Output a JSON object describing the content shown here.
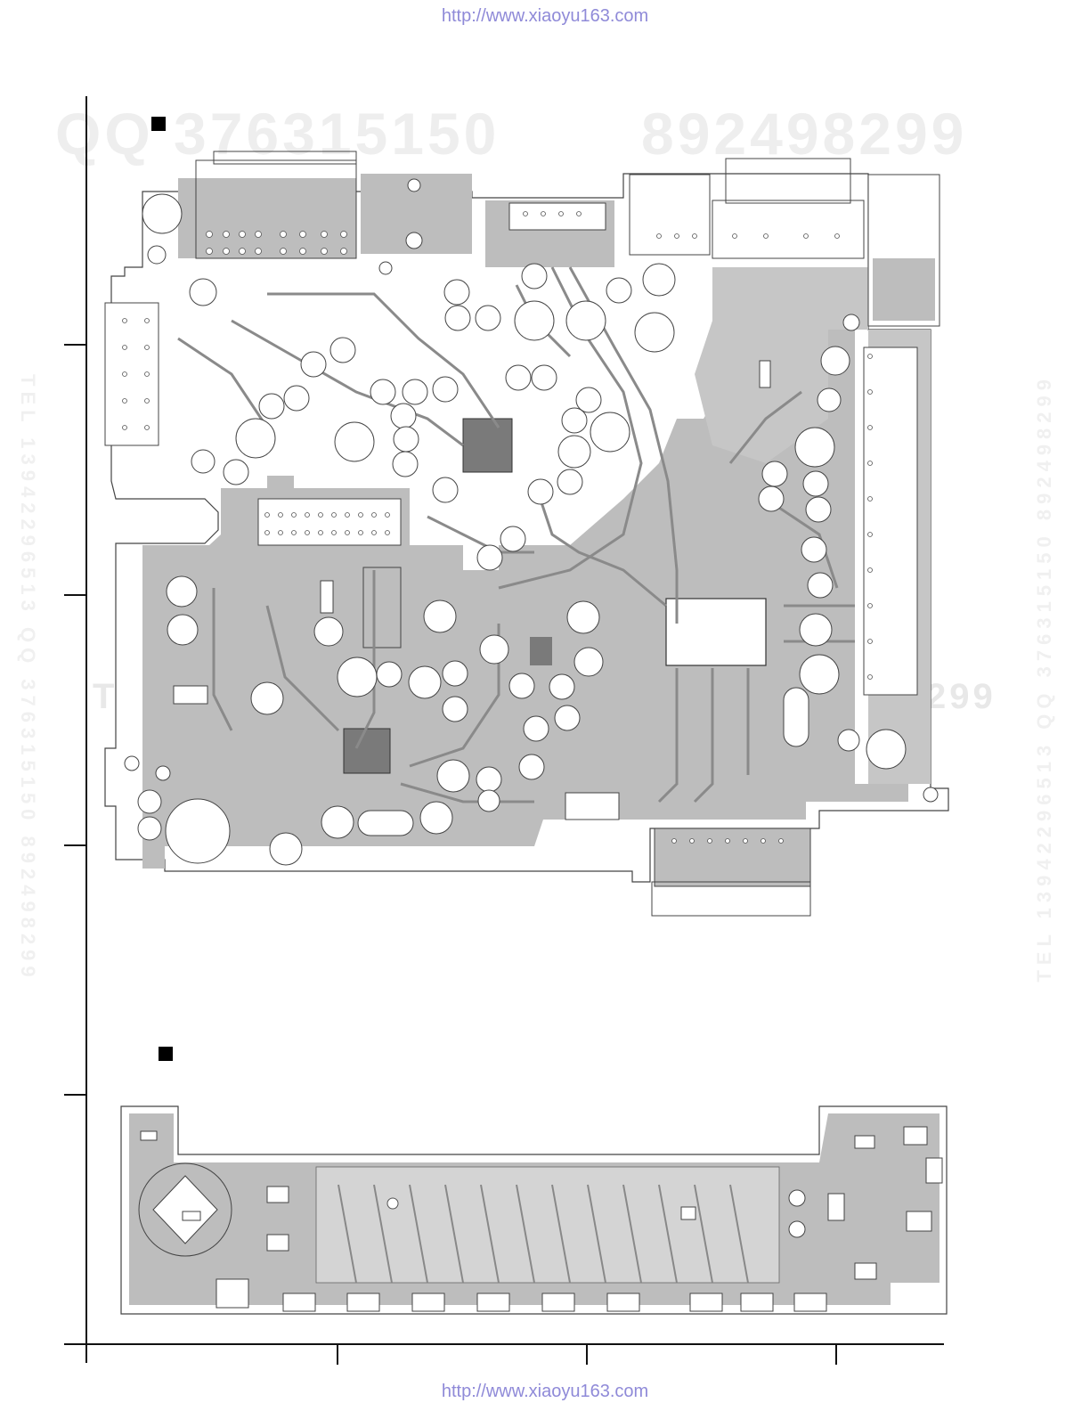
{
  "header": {
    "url": "http://www.xiaoyu163.com"
  },
  "footer": {
    "url": "http://www.xiaoyu163.com"
  },
  "watermark": {
    "qq": "QQ 376315150",
    "number": "892498299",
    "side_left": "TEL 13942296513 QQ 376315150 892498299",
    "side_right": "TEL 13942296513 QQ 376315150 892498299",
    "mid_left": "TEL",
    "mid_right": "299"
  },
  "colors": {
    "copper": "#b4b4b4",
    "board_outline": "#555555",
    "trace_dark": "#7a7a7a",
    "url": "#8f8ad8"
  },
  "icons": {
    "section_marker": "black-square-icon"
  }
}
